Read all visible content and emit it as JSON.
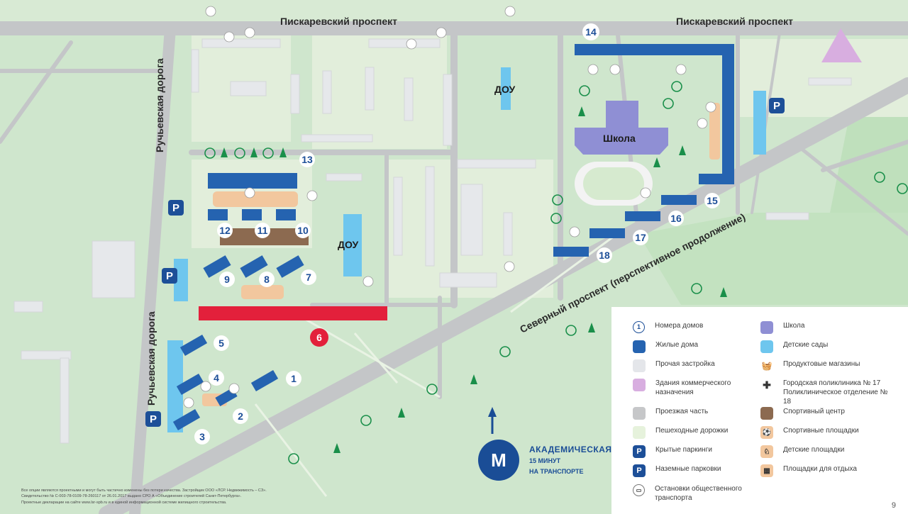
{
  "streets": {
    "piskarevsky_left": "Пискаревский проспект",
    "piskarevsky_right": "Пискаревский проспект",
    "ruchyevskaya_top": "Ручьевская дорога",
    "ruchyevskaya_bottom": "Ручьевская дорога",
    "severny": "Северный проспект (перспективное продолжение)"
  },
  "labels": {
    "dou_top": "ДОУ",
    "dou_mid": "ДОУ",
    "school": "Школа"
  },
  "buildings": {
    "n1": "1",
    "n2": "2",
    "n3": "3",
    "n4": "4",
    "n5": "5",
    "n6": "6",
    "n7": "7",
    "n8": "8",
    "n9": "9",
    "n10": "10",
    "n11": "11",
    "n12": "12",
    "n13": "13",
    "n14": "14",
    "n15": "15",
    "n16": "16",
    "n17": "17",
    "n18": "18"
  },
  "metro": {
    "symbol": "М",
    "name": "АКАДЕМИЧЕСКАЯ",
    "line1": "15 МИНУТ",
    "line2": "НА ТРАНСПОРТЕ"
  },
  "legend": {
    "house_numbers": {
      "swatch": "1",
      "label": "Номера домов"
    },
    "residential": {
      "label": "Жилые дома",
      "color": "#2563b0"
    },
    "other_buildings": {
      "label": "Прочая застройка",
      "color": "#e4e6ea"
    },
    "commercial": {
      "label": "Здания коммерческого назначения",
      "color": "#d8aee0"
    },
    "roadway": {
      "label": "Проезжая часть",
      "color": "#c6c7c9"
    },
    "footpaths": {
      "label": "Пешеходные дорожки",
      "color": "#e6f2dc"
    },
    "covered_parking": {
      "swatch": "P",
      "label": "Крытые паркинги"
    },
    "ground_parking": {
      "swatch": "P",
      "label": "Наземные парковки"
    },
    "transit_stops": {
      "label": "Остановки общественного транспорта"
    },
    "school": {
      "label": "Школа",
      "color": "#8f8fd4"
    },
    "kindergartens": {
      "label": "Детские сады",
      "color": "#6ec6ee"
    },
    "grocery": {
      "label": "Продуктовые магазины"
    },
    "clinic": {
      "label": "Городская поликлиника № 17 Поликлиническое отделение № 18"
    },
    "sports_center": {
      "label": "Спортивный центр",
      "color": "#8c6a50"
    },
    "sports_grounds": {
      "label": "Спортивные площадки"
    },
    "playgrounds": {
      "label": "Детские площадки"
    },
    "rest_areas": {
      "label": "Площадки для отдыха"
    }
  },
  "footer": {
    "line1": "Все опции являются проектными и могут быть частично изменены без потери качества. Застройщик ООО «ЛСР. Недвижимость – СЗ».",
    "line2": "Свидетельство № С-003-78-0109-78-260117 от 26.01.2017 выдано СРО А «Объединение строителей Санкт-Петербурга».",
    "line3": "Проектные декларации на сайте www.lsr-spb.ru и в единой информационной системе жилищного строительства."
  },
  "page_number": "9",
  "colors": {
    "background": "#cfe6cd",
    "road": "#c6c7c9",
    "residential": "#2563b0",
    "target_building": "#e3203b",
    "kindergarten": "#6ec6ee",
    "school": "#8f8fd4",
    "sports_center": "#8c6a50",
    "playground": "#f2c79e",
    "other_building": "#e4e6ea"
  }
}
